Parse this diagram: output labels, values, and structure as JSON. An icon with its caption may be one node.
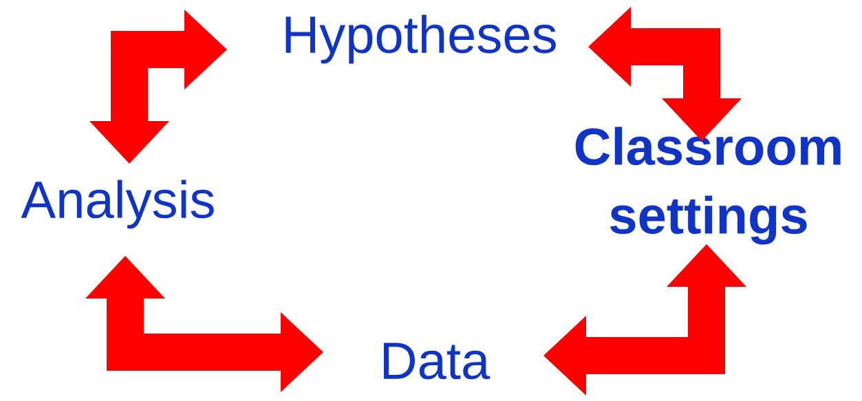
{
  "diagram": {
    "nodes": [
      {
        "text": [
          "Hypotheses"
        ]
      },
      {
        "text": [
          "Classroom settings"
        ]
      },
      {
        "text": [
          "Data"
        ]
      },
      {
        "text": [
          "Analysis"
        ]
      }
    ],
    "edges": [
      {
        "from": 0,
        "to": 3,
        "arrow": "both"
      },
      {
        "from": 0,
        "to": 1,
        "arrow": "both"
      },
      {
        "from": 1,
        "to": 2,
        "arrow": "both"
      },
      {
        "from": 2,
        "to": 3,
        "arrow": "both"
      }
    ]
  }
}
